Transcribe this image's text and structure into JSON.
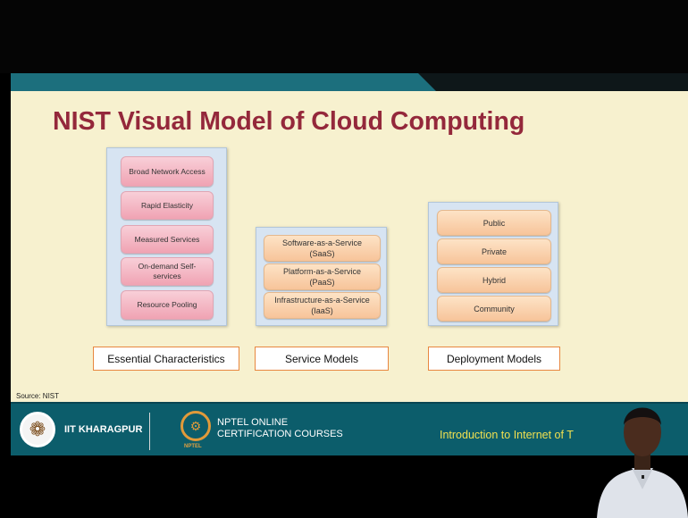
{
  "slide": {
    "title": "NIST Visual Model of Cloud Computing",
    "source": "Source: NIST"
  },
  "essential": {
    "items": [
      "Broad Network Access",
      "Rapid Elasticity",
      "Measured Services",
      "On-demand Self-services",
      "Resource Pooling"
    ],
    "label": "Essential Characteristics"
  },
  "service": {
    "items": [
      "Software-as-a-Service (SaaS)",
      "Platform-as-a-Service (PaaS)",
      "Infrastructure-as-a-Service (IaaS)"
    ],
    "label": "Service Models"
  },
  "deployment": {
    "items": [
      "Public",
      "Private",
      "Hybrid",
      "Community"
    ],
    "label": "Deployment Models"
  },
  "footer": {
    "institute": "IIT KHARAGPUR",
    "nptel_line1": "NPTEL ONLINE",
    "nptel_line2": "CERTIFICATION COURSES",
    "nptel_small": "NPTEL",
    "course": "Introduction to Internet of T"
  },
  "colors": {
    "title": "#94283b",
    "band": "#1c6f7d",
    "footer": "#0c5d6b",
    "course_text": "#f0e050"
  }
}
